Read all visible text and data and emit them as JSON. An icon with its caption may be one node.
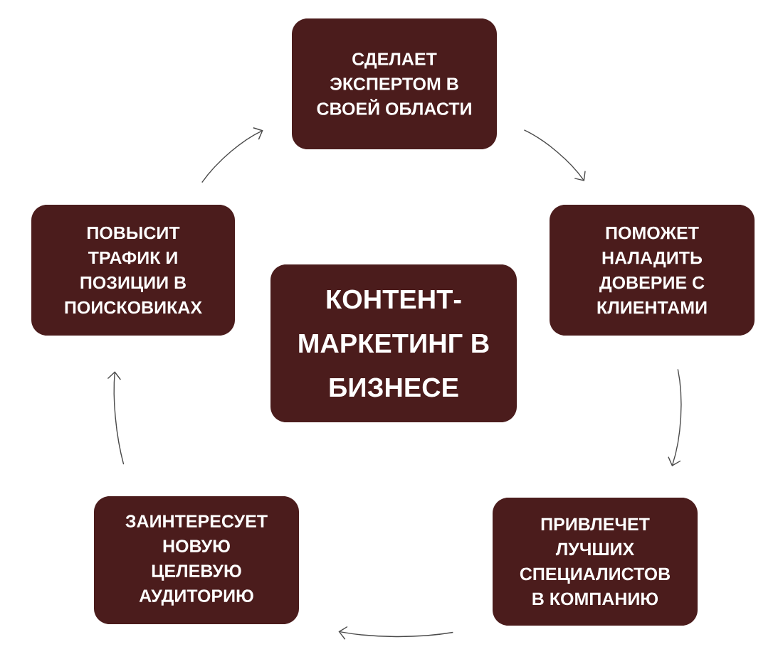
{
  "diagram": {
    "nodes": [
      {
        "text": [
          "СДЕЛАЕТ ЭКСПЕРТОМ В СВОЕЙ ОБЛАСТИ"
        ]
      },
      {
        "text": [
          "ПОВЫСИТ ТРАФИК И ПОЗИЦИИ В ПОИСКОВИКАХ"
        ]
      },
      {
        "text": [
          "КОНТЕНТ-МАРКЕТИНГ В БИЗНЕСЕ"
        ]
      },
      {
        "text": [
          "ПОМОЖЕТ НАЛАДИТЬ ДОВЕРИЕ С КЛИЕНТАМИ"
        ]
      },
      {
        "text": [
          "ЗАИНТЕРЕСУЕТ НОВУЮ ЦЕЛЕВУЮ АУДИТОРИЮ"
        ]
      },
      {
        "text": [
          "ПРИВЛЕЧЕТ ЛУЧШИХ СПЕЦИАЛИСТОВ В КОМПАНИЮ"
        ]
      }
    ],
    "edges": [
      {
        "from": 0,
        "to": 3,
        "arrow": "to"
      },
      {
        "from": 3,
        "to": 5,
        "arrow": "to"
      },
      {
        "from": 5,
        "to": 4,
        "arrow": "to"
      },
      {
        "from": 4,
        "to": 1,
        "arrow": "to"
      },
      {
        "from": 1,
        "to": 0,
        "arrow": "to"
      }
    ]
  }
}
